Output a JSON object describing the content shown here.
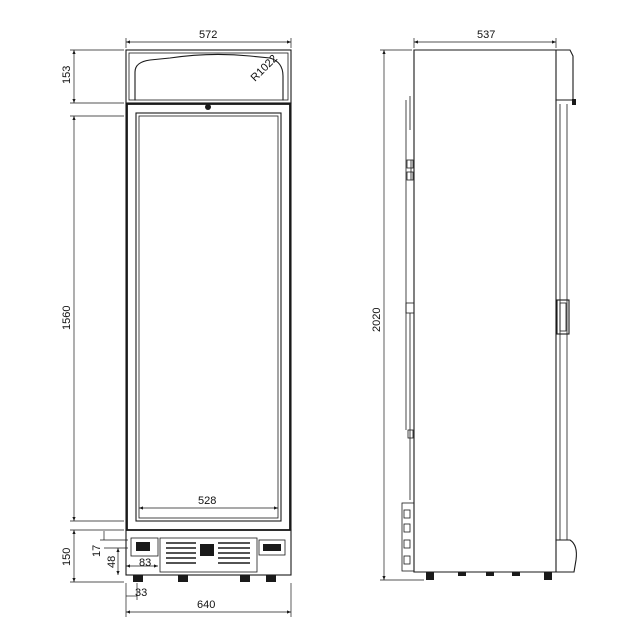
{
  "front_view": {
    "dimensions": {
      "overall_width": "572",
      "canopy_height": "153",
      "door_height": "1560",
      "inner_width": "528",
      "base_height": "150",
      "foot_gap": "17",
      "foot_height": "48",
      "base_offset": "83",
      "foot_offset": "33",
      "total_width": "640"
    },
    "canopy_radius": "R1022"
  },
  "side_view": {
    "dimensions": {
      "depth": "537",
      "overall_height": "2020"
    }
  }
}
